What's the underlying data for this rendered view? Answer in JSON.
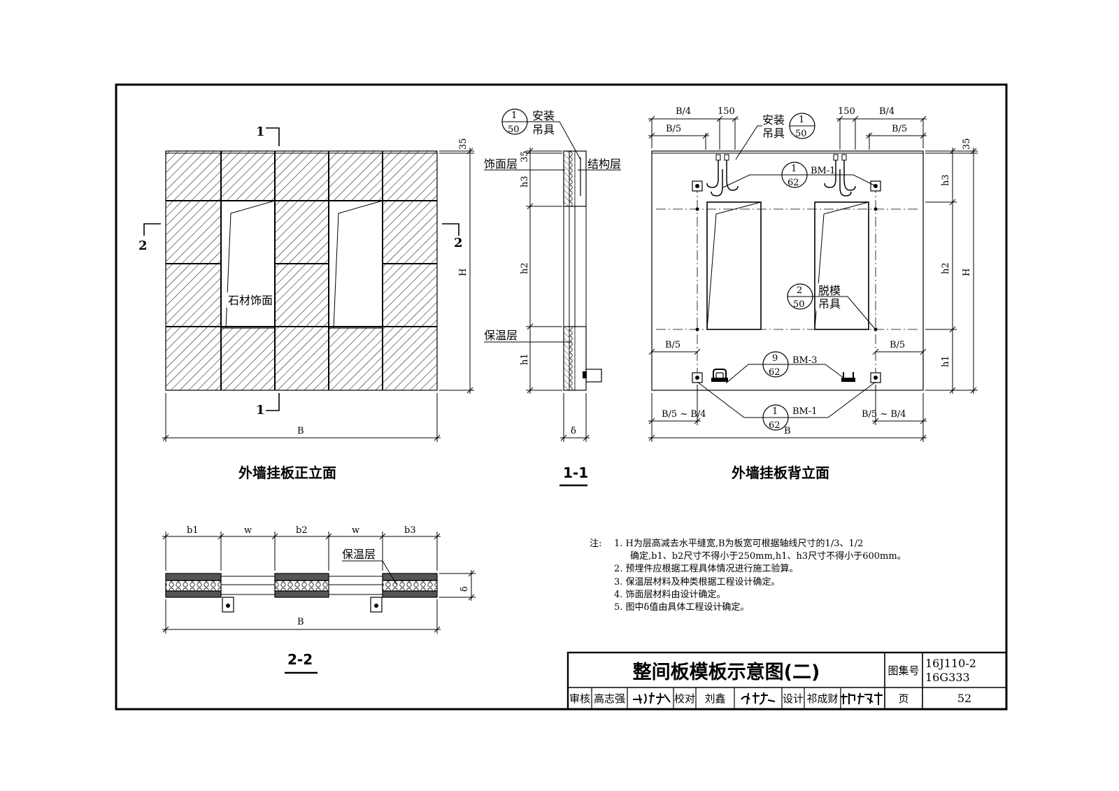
{
  "front": {
    "title": "外墙挂板正立面",
    "finish_label": "石材饰面",
    "dim_B": "B",
    "dim_H": "H",
    "dim_35": "35",
    "sec1": "1",
    "sec2": "2"
  },
  "section11": {
    "title": "1-1",
    "install": {
      "num": "1",
      "den": "50",
      "l1": "安装",
      "l2": "吊具"
    },
    "finish_layer": "饰面层",
    "structure_layer": "结构层",
    "insulation_layer": "保温层",
    "dim_35": "35",
    "h3": "h3",
    "h2": "h2",
    "h1": "h1",
    "delta": "δ"
  },
  "back": {
    "title": "外墙挂板背立面",
    "B4": "B/4",
    "B5": "B/5",
    "d150": "150",
    "install": {
      "num": "1",
      "den": "50",
      "l1": "安装",
      "l2": "吊具"
    },
    "bm1_top": {
      "num": "1",
      "den": "62",
      "tag": "BM-1"
    },
    "demold": {
      "num": "2",
      "den": "50",
      "l1": "脱模",
      "l2": "吊具"
    },
    "bm3": {
      "num": "9",
      "den": "62",
      "tag": "BM-3"
    },
    "bm1_bot": {
      "num": "1",
      "den": "62",
      "tag": "BM-1"
    },
    "B5B4": "B/5 ~ B/4",
    "dim_B": "B",
    "dim_H": "H",
    "dim_35": "35",
    "h3": "h3",
    "h2": "h2",
    "h1": "h1"
  },
  "section22": {
    "title": "2-2",
    "b1": "b1",
    "w": "w",
    "b2": "b2",
    "b3": "b3",
    "insulation": "保温层",
    "delta": "δ",
    "dim_B": "B"
  },
  "notes": {
    "head": "注:",
    "items": [
      "1. H为层高减去水平缝宽,B为板宽可根据轴线尺寸的1/3、1/2",
      "确定,b1、b2尺寸不得小于250mm,h1、h3尺寸不得小于600mm。",
      "2. 预埋件应根据工程具体情况进行施工验算。",
      "3. 保温层材料及种类根据工程设计确定。",
      "4. 饰面层材料由设计确定。",
      "5. 图中δ值由具体工程设计确定。"
    ]
  },
  "titleblock": {
    "title": "整间板模板示意图(二)",
    "atlas_label": "图集号",
    "atlas_no1": "16J110-2",
    "atlas_no2": "16G333",
    "review": "审核",
    "reviewer": "高志强",
    "check": "校对",
    "checker": "刘鑫",
    "design": "设计",
    "designer": "祁成财",
    "page_label": "页",
    "page_no": "52"
  }
}
